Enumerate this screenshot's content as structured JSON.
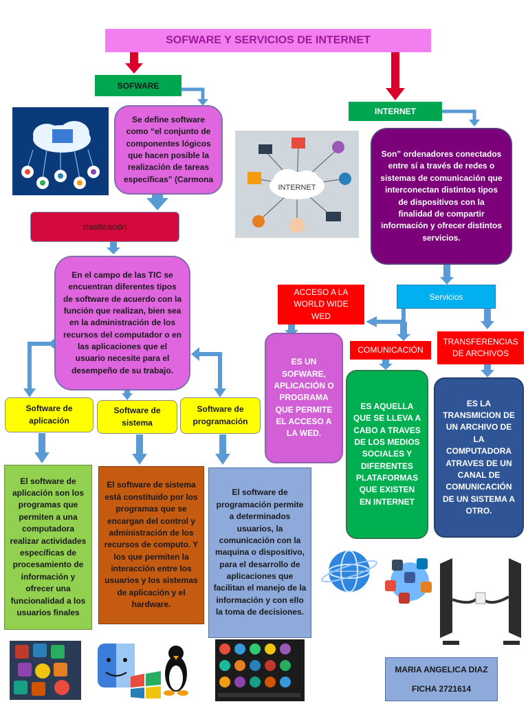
{
  "title": "SOFWARE Y SERVICIOS DE INTERNET",
  "software": {
    "label": "SOFWARE",
    "definition": "Se define software como “el conjunto de componentes lógicos que hacen posible la realización de tareas específicas” (Carmona",
    "classification_label": "clasificación",
    "classification_text": "En el campo de las TIC se encuentran diferentes tipos de software de acuerdo con la función que realizan, bien sea en la administración de los recursos del computador o en las aplicaciones que el usuario necesite para el desempeño de su trabajo.",
    "types": [
      {
        "label": "Software de aplicación",
        "description": "El software de aplicación son los programas que permiten a una computadora realizar actividades específicas de procesamiento de información y ofrecer una funcionalidad a los usuarios finales"
      },
      {
        "label": "Software de sistema",
        "description": "El software de sistema está constituido por los programas que se encargan del control y administración de los recursos de computo. Y los que permiten la interacción entre los usuarios y los sistemas de aplicación y el hardware."
      },
      {
        "label": "Software de programación",
        "description": "El software de programación permite a determinados usuarios, la comunicación con la maquina o dispositivo, para el desarrollo de aplicaciones que facilitan el manejo de la información y con ello la toma de decisiones."
      }
    ]
  },
  "internet": {
    "label": "INTERNET",
    "definition": "Son” ordenadores conectados entre sí a través de redes o sistemas de comunicación que interconectan distintos tipos de dispositivos con la finalidad de compartir información y ofrecer distintos servicios.",
    "cloud_label": "INTERNET",
    "services_label": "Servicios",
    "services": [
      {
        "label": "ACCESO A LA WORLD WIDE WED",
        "description": "ES UN SOFWARE, APLICACIÓN O PROGRAMA QUE PERMITE EL ACCESO A LA WED."
      },
      {
        "label": "COMUNICACIÓN",
        "description": "ES AQUELLA QUE SE LLEVA A CABO A TRAVES DE LOS MEDIOS SOCIALES Y DIFERENTES PLATAFORMAS QUE EXISTEN EN INTERNET"
      },
      {
        "label": "TRANSFERENCIAS DE ARCHIVOS",
        "description": "ES LA TRANSMICION DE UN ARCHIVO DE LA COMPUTADORA ATRAVES DE UN CANAL DE COMUNICACIÓN DE UN SISTEMA A OTRO."
      }
    ]
  },
  "author": {
    "name": "MARIA ANGELICA DIAZ",
    "ficha": "FICHA 2721614"
  },
  "colors": {
    "title_bg": "#f27ef0",
    "title_text": "#9b1a9a",
    "green": "#00a650",
    "red": "#e8003c",
    "crimson": "#d40a3c",
    "violet": "#e066e0",
    "purple": "#7b007a",
    "yellow": "#ffff00",
    "lime": "#92d050",
    "orange": "#c55a11",
    "steel": "#8eaadb",
    "cyan": "#00b0f0",
    "bright_red": "#ff0000",
    "magenta_box": "#d35fd7",
    "green_box": "#00b050",
    "navy_box": "#2f5597",
    "footer_box": "#8eaadb",
    "arrow_blue": "#5b9bd5",
    "arrow_red": "#d9002b"
  },
  "icons": [
    "cloud-network-icon",
    "internet-devices-icon",
    "app-icons-icon",
    "os-logos-icon",
    "colorful-apps-icon",
    "globe-icon",
    "social-media-icon",
    "file-transfer-monitors-icon"
  ]
}
